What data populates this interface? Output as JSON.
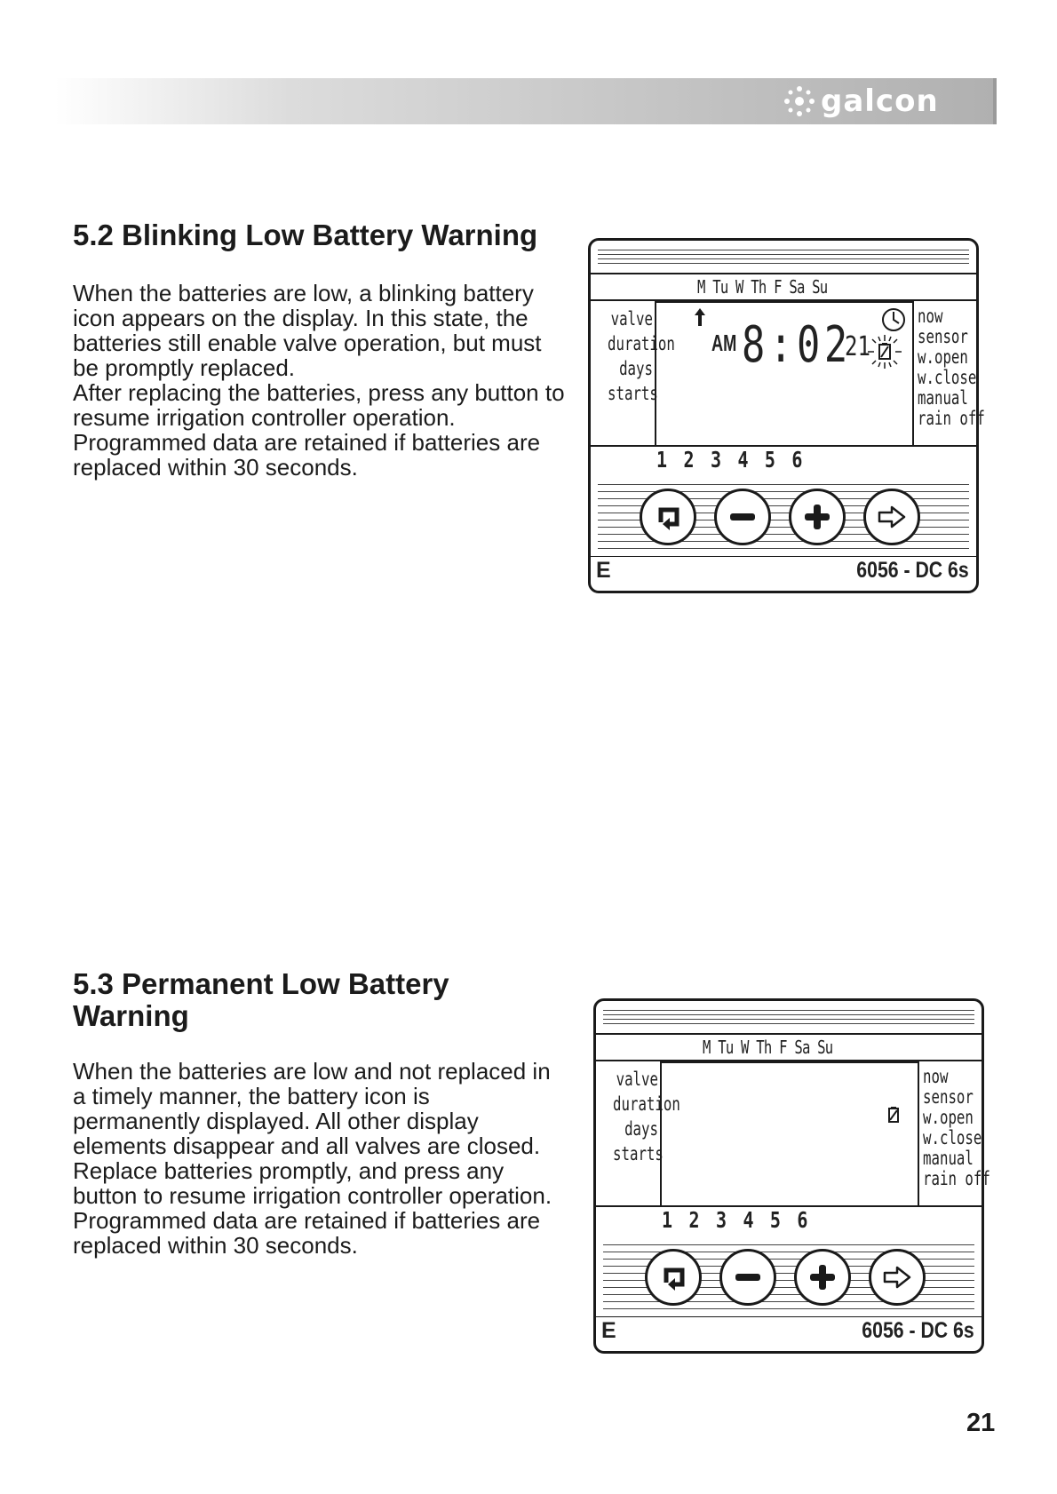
{
  "header": {
    "brand": "galcon"
  },
  "section_52": {
    "title": "5.2 Blinking Low Battery Warning",
    "paragraphs": [
      "When the batteries are low, a blinking battery icon appears on the display. In this state, the batteries still enable valve operation, but must be promptly replaced.",
      "After replacing the batteries, press any button to resume irrigation controller operation.",
      "Programmed data are retained if batteries are replaced within 30 seconds."
    ]
  },
  "section_53": {
    "title": "5.3 Permanent Low Battery Warning",
    "paragraphs": [
      "When the batteries are low and not replaced in a timely manner, the battery icon is permanently displayed. All other display elements disappear and all valves are closed.",
      "Replace batteries promptly, and press any button to resume irrigation controller operation.",
      "Programmed data are retained if batteries are replaced within 30 seconds."
    ]
  },
  "device": {
    "days": "M Tu W Th F Sa Su",
    "left_labels": [
      "valve",
      "duration",
      "days",
      "starts"
    ],
    "right_labels": [
      "now",
      "sensor",
      "w.open",
      "w.close",
      "manual",
      "rain off"
    ],
    "valves": "1 2 3 4 5 6",
    "footer_left": "E",
    "footer_right": "6056 - DC 6s",
    "lcd_time": {
      "ampm": "AM",
      "digits": "8:02",
      "small": "21"
    },
    "buttons": [
      "cycle-button",
      "minus-button",
      "plus-button",
      "next-button"
    ],
    "icons": {
      "clock": "clock-icon",
      "battery": "battery-icon",
      "arrow": "arrow-up-icon"
    }
  },
  "page_number": "21"
}
